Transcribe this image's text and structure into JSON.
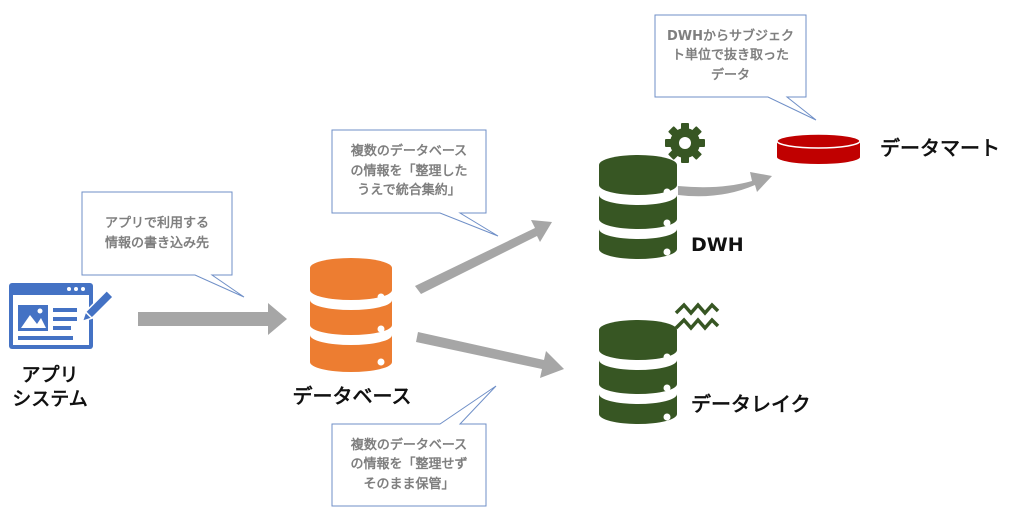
{
  "labels": {
    "app_system_line1": "アプリ",
    "app_system_line2": "システム",
    "database": "データベース",
    "dwh": "DWH",
    "data_mart": "データマート",
    "data_lake": "データレイク"
  },
  "callouts": {
    "app": [
      "アプリで利用する",
      "情報の書き込み先"
    ],
    "dwh": [
      "複数のデータベース",
      "の情報を「整理した",
      "うえで統合集約」"
    ],
    "mart": [
      "DWHからサブジェク",
      "ト単位で抜き取った",
      "データ"
    ],
    "lake": [
      "複数のデータベース",
      "の情報を「整理せず",
      "そのまま保管」"
    ]
  },
  "colors": {
    "app_icon": "#4472c4",
    "database": "#ed7d31",
    "dwh": "#375623",
    "data_mart": "#c00000",
    "arrow": "#a6a6a6",
    "callout_border": "#6f8fc7",
    "callout_text": "#7f7f7f"
  }
}
